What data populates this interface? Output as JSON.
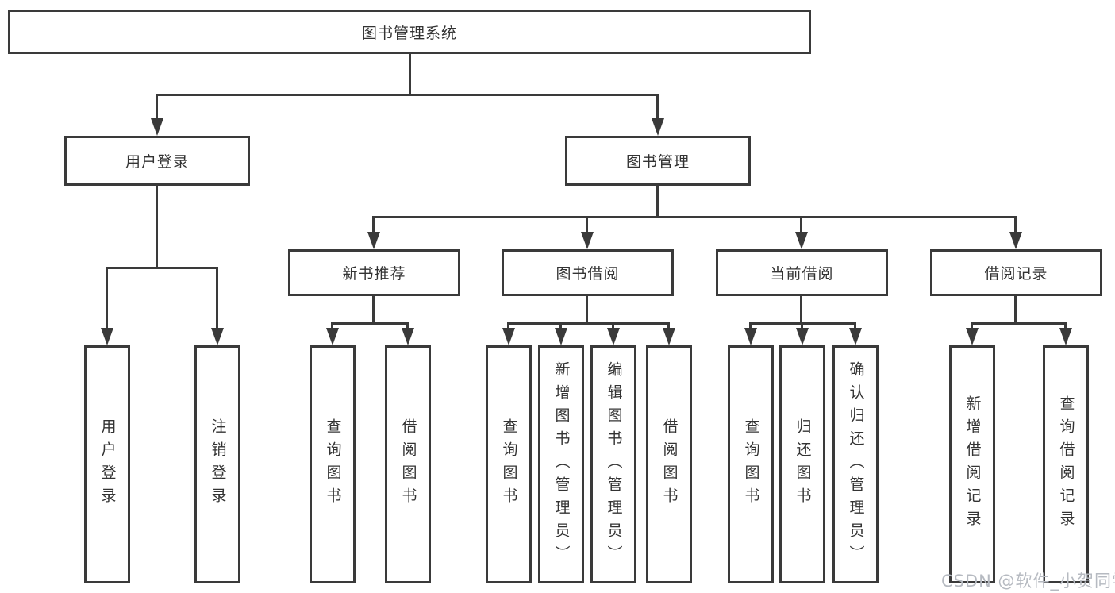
{
  "diagram": {
    "root": {
      "label": "图书管理系统"
    },
    "branches": [
      {
        "label": "用户登录",
        "children": [
          {
            "label": "用户登录"
          },
          {
            "label": "注销登录"
          }
        ]
      },
      {
        "label": "图书管理",
        "children": [
          {
            "label": "新书推荐",
            "children": [
              {
                "label": "查询图书"
              },
              {
                "label": "借阅图书"
              }
            ]
          },
          {
            "label": "图书借阅",
            "children": [
              {
                "label": "查询图书"
              },
              {
                "label": "新增图书（管理员）"
              },
              {
                "label": "编辑图书（管理员）"
              },
              {
                "label": "借阅图书"
              }
            ]
          },
          {
            "label": "当前借阅",
            "children": [
              {
                "label": "查询图书"
              },
              {
                "label": "归还图书"
              },
              {
                "label": "确认归还（管理员）"
              }
            ]
          },
          {
            "label": "借阅记录",
            "children": [
              {
                "label": "新增借阅记录"
              },
              {
                "label": "查询借阅记录"
              }
            ]
          }
        ]
      }
    ]
  },
  "watermark": {
    "text": "CSDN @软件_小贺同学"
  },
  "colors": {
    "line": "#3a3a3a",
    "text": "#333333",
    "background": "#ffffff",
    "watermark": "#b6bac1"
  }
}
